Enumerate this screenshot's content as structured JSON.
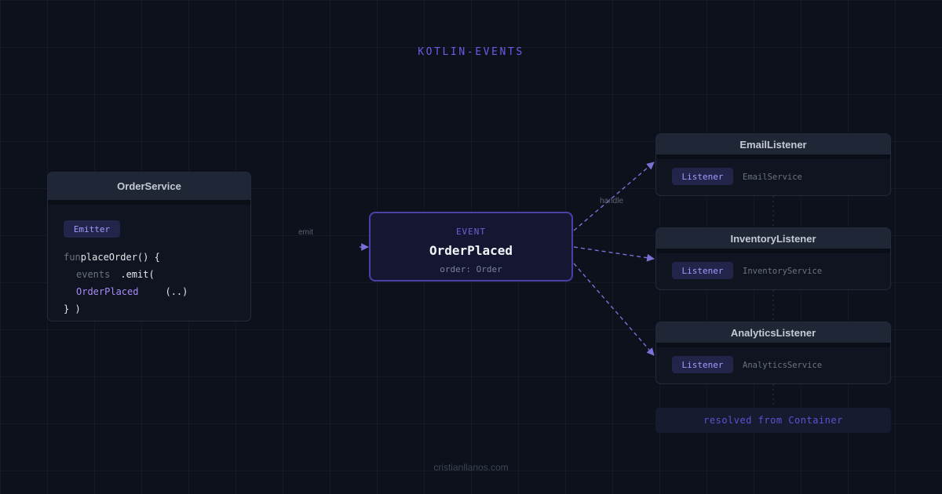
{
  "brand": "KOTLIN-EVENTS",
  "emitter": {
    "title": "OrderService",
    "badge": "Emitter",
    "code": {
      "kw_fun": "fun",
      "fn_sig": "placeOrder() {",
      "obj": "events",
      "call": ".emit(",
      "arg": "OrderPlaced",
      "args": "(..)",
      "close": "} )"
    }
  },
  "event": {
    "label": "EVENT",
    "name": "OrderPlaced",
    "payload": "order: Order"
  },
  "edges": {
    "emit_label": "emit",
    "handle_label": "handle"
  },
  "listeners": [
    {
      "title": "EmailListener",
      "badge": "Listener",
      "service": "EmailService"
    },
    {
      "title": "InventoryListener",
      "badge": "Listener",
      "service": "InventoryService"
    },
    {
      "title": "AnalyticsListener",
      "badge": "Listener",
      "service": "AnalyticsService"
    }
  ],
  "container_note": "resolved from Container",
  "footer": "cristianllanos.com",
  "colors": {
    "accent": "#6b5ce7",
    "edge": "#7c6fd6",
    "background": "#0d111c"
  }
}
